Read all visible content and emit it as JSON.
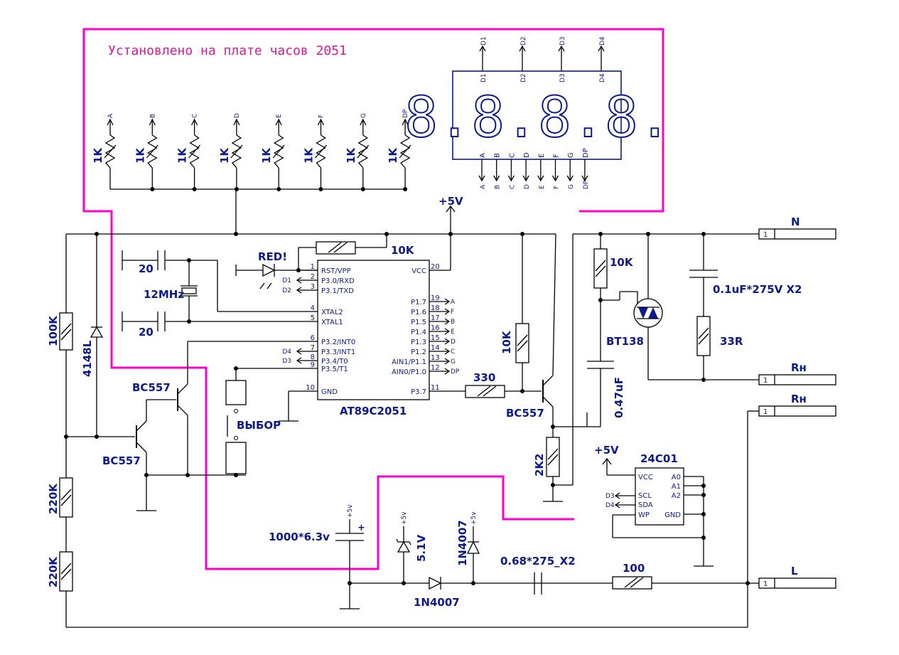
{
  "board_note": "Установлено на плате часов 2051",
  "display": {
    "digit_labels": [
      "D1",
      "D2",
      "D3",
      "D4"
    ],
    "segment_labels": [
      "A",
      "B",
      "C",
      "D",
      "E",
      "F",
      "G",
      "DP"
    ],
    "digits_shown": "8.8.8.8."
  },
  "segment_resistors": {
    "value": "1K",
    "taps": [
      "A",
      "B",
      "C",
      "D",
      "E",
      "F",
      "G",
      "DP"
    ]
  },
  "supply": {
    "vcc_label": "+5V",
    "vcc_label_eeprom": "+5V",
    "small_vcc": "+5v"
  },
  "mcu": {
    "name": "AT89C2051",
    "left_pins": [
      {
        "num": "1",
        "name": "RST/VPP"
      },
      {
        "num": "2",
        "name": "P3.0/RXD",
        "net": "D1"
      },
      {
        "num": "3",
        "name": "P3.1/TXD",
        "net": "D2"
      },
      {
        "num": "4",
        "name": "XTAL2"
      },
      {
        "num": "5",
        "name": "XTAL1"
      },
      {
        "num": "6",
        "name": "P3.2/INT0"
      },
      {
        "num": "7",
        "name": "P3.3/INT1",
        "net": "D4"
      },
      {
        "num": "8",
        "name": "P3.4/T0",
        "net": "D3"
      },
      {
        "num": "9",
        "name": "P3.5/T1"
      },
      {
        "num": "10",
        "name": "GND"
      }
    ],
    "right_pins": [
      {
        "num": "20",
        "name": "VCC"
      },
      {
        "num": "19",
        "name": "P1.7",
        "net": "A"
      },
      {
        "num": "18",
        "name": "P1.6",
        "net": "F"
      },
      {
        "num": "17",
        "name": "P1.5",
        "net": "B"
      },
      {
        "num": "16",
        "name": "P1.4",
        "net": "E"
      },
      {
        "num": "15",
        "name": "P1.3",
        "net": "D"
      },
      {
        "num": "14",
        "name": "P1.2",
        "net": "C"
      },
      {
        "num": "13",
        "name": "AIN1/P1.1",
        "net": "G"
      },
      {
        "num": "12",
        "name": "AIN0/P1.0",
        "net": "DP"
      },
      {
        "num": "11",
        "name": "P3.7"
      }
    ]
  },
  "components": {
    "r_reset": "10K",
    "led": "RED!",
    "cap_x1": "20",
    "cap_x2": "20",
    "crystal": "12MHz",
    "r_100k": "100K",
    "diode_4148": "4148L",
    "q1": "BC557",
    "q2": "BC557",
    "q3": "BC557",
    "button": "ВЫБОР",
    "r_330": "330",
    "r_10k_base": "10K",
    "r_10k_gate": "10K",
    "r_2k2": "2K2",
    "triac": "BT138",
    "cap_047": "0.47uF",
    "cap_snubber": "0.1uF*275V X2",
    "r_33r": "33R",
    "eeprom": "24C01",
    "eeprom_pins_left": [
      "VCC",
      "SCL",
      "SDA",
      "WP"
    ],
    "eeprom_pins_right": [
      "A0",
      "A1",
      "A2",
      "GND"
    ],
    "eeprom_nets": [
      "D3",
      "D4"
    ],
    "r_220k_1": "220K",
    "r_220k_2": "220K",
    "cap_bulk": "1000*6.3v",
    "zener": "5.1V",
    "diode_1n4007_a": "1N4007",
    "diode_1n4007_b": "1N4007",
    "cap_drop": "0.68*275_X2",
    "r_100": "100"
  },
  "connectors": [
    {
      "pin": "1",
      "label": "N"
    },
    {
      "pin": "1",
      "label": "Rн"
    },
    {
      "pin": "1",
      "label": "Rн"
    },
    {
      "pin": "1",
      "label": "L"
    }
  ],
  "colors": {
    "wire": "#000000",
    "symbol": "#0b1a8a",
    "boundary": "#ff00c8"
  }
}
